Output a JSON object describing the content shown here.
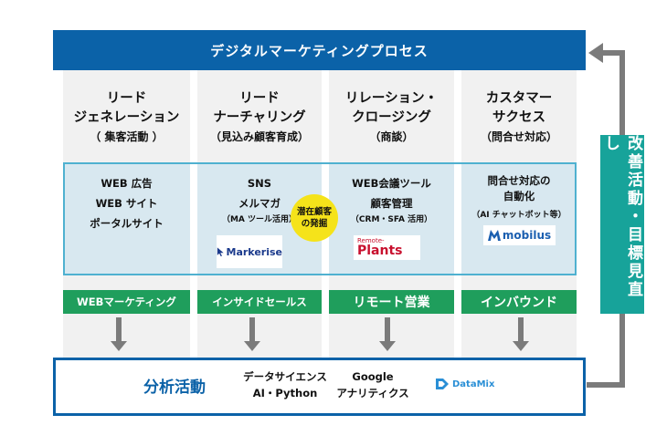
{
  "header": {
    "title": "デジタルマーケティングプロセス"
  },
  "columns": [
    {
      "title_lines": [
        "リード",
        "ジェネレーション"
      ],
      "subtitle": "（ 集客活動 ）",
      "items": [
        "WEB 広告",
        "WEB サイト",
        "ポータルサイト"
      ],
      "team": "WEBマーケティング"
    },
    {
      "title_lines": [
        "リード",
        "ナーチャリング"
      ],
      "subtitle": "（見込み顧客育成）",
      "items": [
        "SNS",
        "メルマガ"
      ],
      "item_note": "（MA ツール活用）",
      "logo": {
        "text": "Markerise",
        "icon": "markerise-arrow-icon"
      },
      "team": "インサイドセールス"
    },
    {
      "title_lines": [
        "リレーション・",
        "クロージング"
      ],
      "subtitle": "（商談）",
      "items": [
        "WEB会議ツール",
        "顧客管理"
      ],
      "item_note": "（CRM・SFA 活用）",
      "logo": {
        "top": "Remote-",
        "text": "Plants"
      },
      "team": "リモート営業"
    },
    {
      "title_lines": [
        "カスタマー",
        "サクセス"
      ],
      "subtitle": "（問合せ対応）",
      "items": [
        "問合せ対応の",
        "自動化"
      ],
      "item_note": "（AI チャットボット等）",
      "logo": {
        "text": "mobilus",
        "icon": "mobilus-m-icon"
      },
      "team": "インバウンド"
    }
  ],
  "bubble": {
    "line1": "潜在顧客",
    "line2": "の発掘"
  },
  "bottom": {
    "title": "分析活動",
    "group1": [
      "データサイエンス",
      "AI・Python"
    ],
    "group2": [
      "Google",
      "アナリティクス"
    ],
    "logo": "DataMix"
  },
  "side": {
    "label": "改善活動・目標見直し"
  },
  "colors": {
    "header": "#0b62a8",
    "green": "#1f9e5c",
    "teal": "#17a39a",
    "band_border": "#4fb1d0",
    "arrow": "#7b7b7b",
    "bubble": "#f5e31a"
  }
}
